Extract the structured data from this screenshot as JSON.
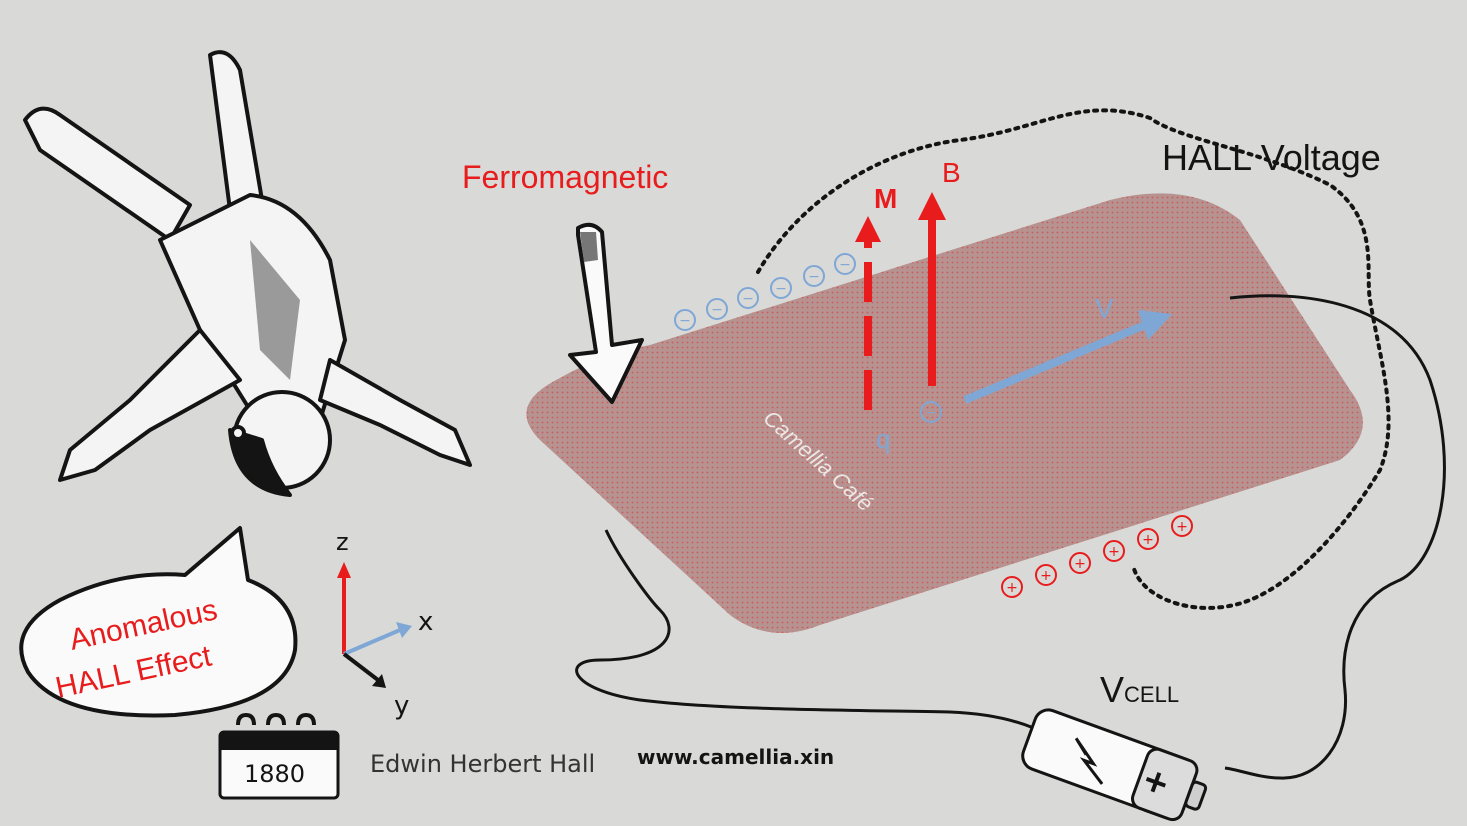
{
  "labels": {
    "ferromagnetic": "Ferromagnetic",
    "m": "M",
    "b": "B",
    "v": "V",
    "q": "q",
    "hall_voltage": "HALL Voltage",
    "vcell_main": "V",
    "vcell_sub": "CELL",
    "watermark": "Camellia Café",
    "speech_line1": "Anomalous",
    "speech_line2": "HALL Effect",
    "axis_z": "z",
    "axis_x": "x",
    "axis_y": "y",
    "year": "1880",
    "scientist": "Edwin Herbert Hall",
    "website": "www.camellia.xin",
    "minus": "−",
    "plus": "+"
  },
  "icons": {
    "figure": "edwin-hall-figure",
    "calendar": "calendar-icon",
    "battery": "battery-icon",
    "arrow": "down-arrow-icon"
  },
  "colors": {
    "background": "#d9d9d7",
    "plate": "#b48f8c",
    "plate_dots": "#d05050",
    "red": "#e81c1c",
    "blue": "#7fa7d6",
    "ink": "#141414"
  }
}
